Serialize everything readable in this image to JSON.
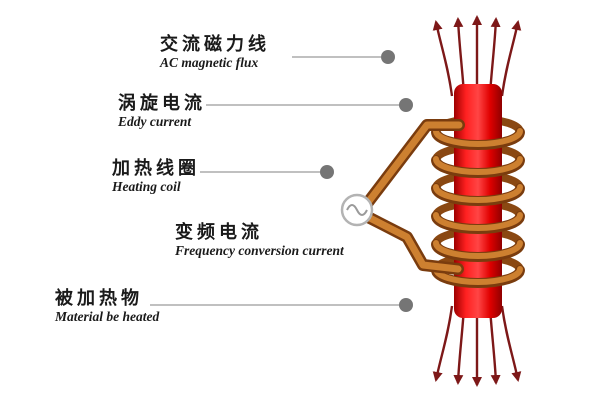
{
  "diagram": {
    "type": "induction-heating-schematic",
    "labels": {
      "ac_flux": {
        "zh": "交流磁力线",
        "en": "AC magnetic flux"
      },
      "eddy": {
        "zh": "涡旋电流",
        "en": "Eddy current"
      },
      "coil": {
        "zh": "加热线圈",
        "en": "Heating coil"
      },
      "freq": {
        "zh": "变频电流",
        "en": "Frequency conversion current"
      },
      "material": {
        "zh": "被加热物",
        "en": "Material be heated"
      }
    },
    "colors": {
      "rod_red": "#e60000",
      "coil_copper": "#c87a28",
      "flux_arrow": "#7d1818",
      "pointer_dot": "#757575",
      "pointer_line": "#9a9a9a"
    }
  }
}
